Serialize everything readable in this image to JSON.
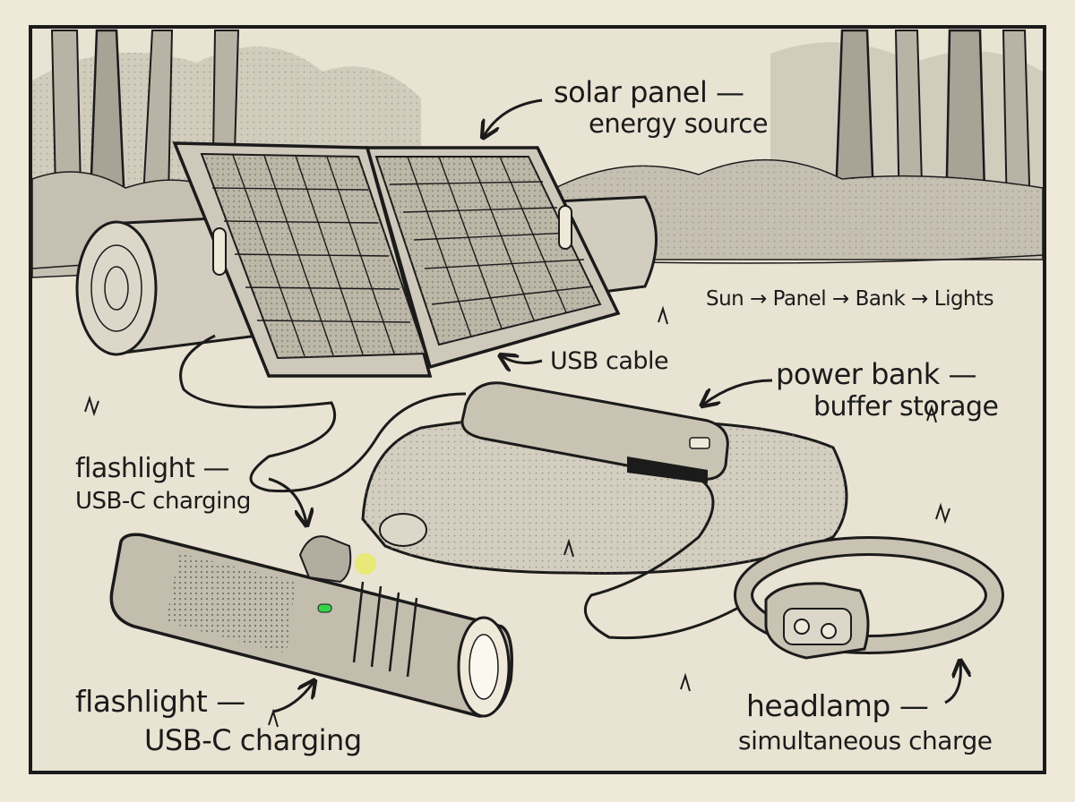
{
  "labels": {
    "solar_panel": "solar panel —",
    "solar_panel_role": "energy source",
    "flow": "Sun → Panel → Bank → Lights",
    "usb_cable": "USB cable",
    "power_bank": "power bank —",
    "power_bank_role": "buffer storage",
    "flashlight_top": "flashlight —",
    "flashlight_top_role": "USB-C charging",
    "flashlight_bottom": "flashlight —",
    "flashlight_bottom_role": "USB-C charging",
    "headlamp": "headlamp —",
    "headlamp_role": "simultaneous charge"
  },
  "colors": {
    "paper": "#efe9da",
    "ink": "#1b1b1b",
    "tree_shade": "#b9b3a6",
    "indicator_green": "#38d14a",
    "glow_yellow": "#e8ee2a"
  },
  "icons": [
    "solar-panel-icon",
    "log-icon",
    "rock-icon",
    "power-bank-icon",
    "flashlight-icon",
    "headlamp-icon",
    "usb-cable-icon"
  ]
}
